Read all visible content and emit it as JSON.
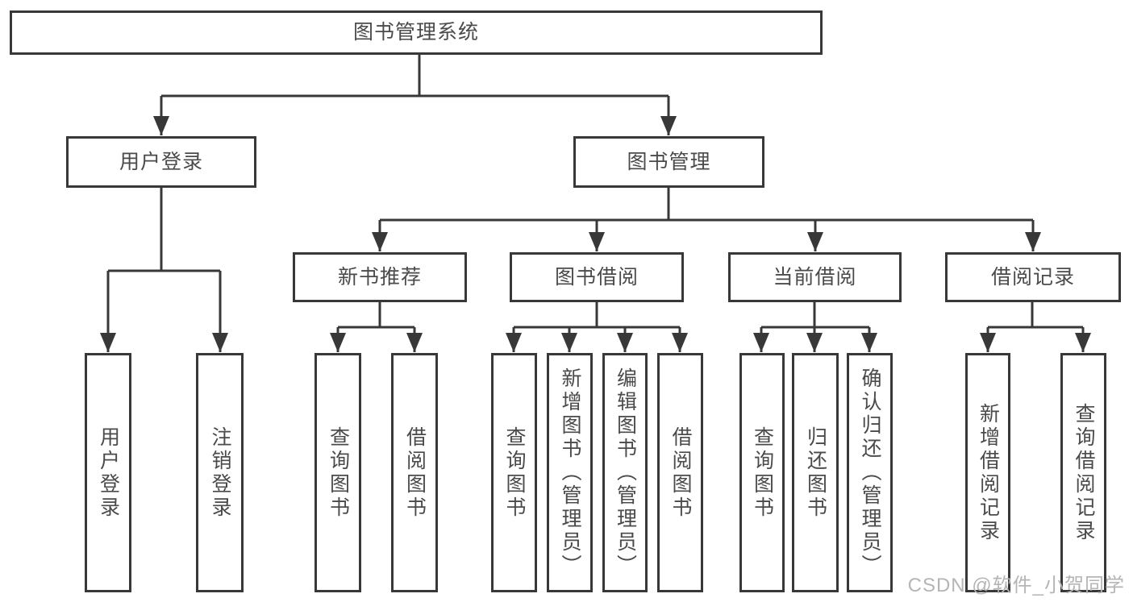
{
  "colors": {
    "line": "#383838",
    "box_border": "#383838",
    "text": "#4a4a4a",
    "background": "#ffffff",
    "watermark": "#b5b5b5"
  },
  "watermark": {
    "text": "CSDN @软件_小贺同学"
  },
  "tree": {
    "root": {
      "label": "图书管理系统"
    },
    "branches": [
      {
        "label": "用户登录",
        "children": [
          {
            "label": "用户登录"
          },
          {
            "label": "注销登录"
          }
        ]
      },
      {
        "label": "图书管理",
        "children": [
          {
            "label": "新书推荐",
            "children": [
              {
                "label": "查询图书"
              },
              {
                "label": "借阅图书"
              }
            ]
          },
          {
            "label": "图书借阅",
            "children": [
              {
                "label": "查询图书"
              },
              {
                "label": "新增图书（管理员）"
              },
              {
                "label": "编辑图书（管理员）"
              },
              {
                "label": "借阅图书"
              }
            ]
          },
          {
            "label": "当前借阅",
            "children": [
              {
                "label": "查询图书"
              },
              {
                "label": "归还图书"
              },
              {
                "label": "确认归还（管理员）"
              }
            ]
          },
          {
            "label": "借阅记录",
            "children": [
              {
                "label": "新增借阅记录"
              },
              {
                "label": "查询借阅记录"
              }
            ]
          }
        ]
      }
    ]
  }
}
